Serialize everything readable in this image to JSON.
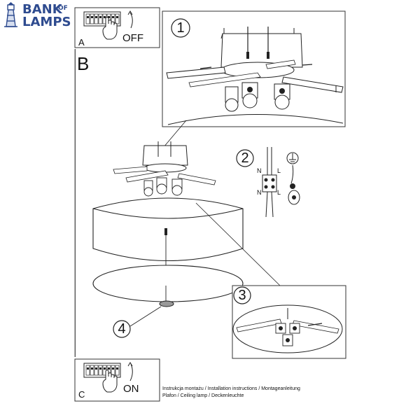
{
  "brand": {
    "line1": "BANK",
    "of": "OF",
    "line2": "LAMPS",
    "color": "#2e4b8f"
  },
  "panels": {
    "a": {
      "letter": "A",
      "switch_label": "OFF"
    },
    "b": {
      "letter": "B"
    },
    "c": {
      "letter": "C",
      "switch_label": "ON"
    }
  },
  "steps": [
    "1",
    "2",
    "3",
    "4"
  ],
  "wiring": {
    "n": "N",
    "l": "L",
    "n2": "N",
    "l2": "L"
  },
  "caption": {
    "line1": "Instrukcja montażu / Installation instructions / Montageanleitung",
    "line2": "Plafon / Ceiling lamp / Deckenleuchte"
  },
  "icons": [
    "lighthouse-icon",
    "breaker-icon",
    "hand-icon",
    "ground-icon"
  ]
}
